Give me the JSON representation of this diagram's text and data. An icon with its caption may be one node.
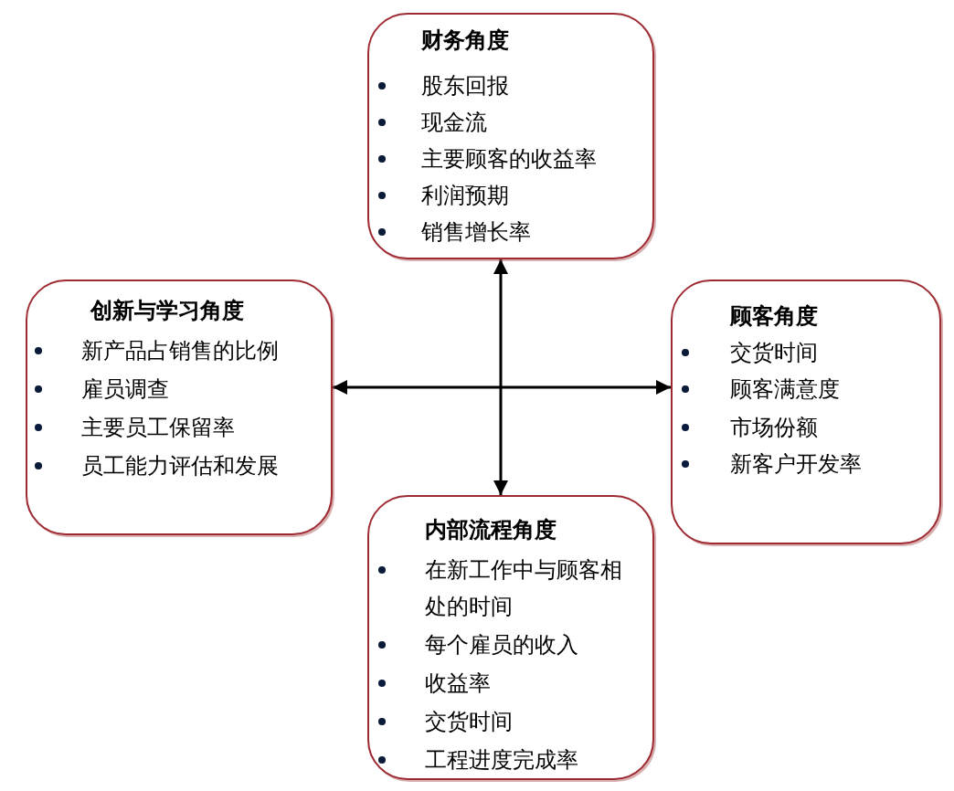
{
  "diagram": {
    "nodes": [
      {
        "text": [
          "财务角度",
          "股东回报",
          "现金流",
          "主要顾客的收益率",
          "利润预期",
          "销售增长率"
        ]
      },
      {
        "text": [
          "创新与学习角度",
          "新产品占销售的比例",
          "雇员调查",
          "主要员工保留率",
          "员工能力评估和发展"
        ]
      },
      {
        "text": [
          "顾客角度",
          "交货时间",
          "顾客满意度",
          "市场份额",
          "新客户开发率"
        ]
      },
      {
        "text": [
          "内部流程角度",
          "在新工作中与顾客相处的时间",
          "每个雇员的收入",
          "收益率",
          "交货时间",
          "工程进度完成率"
        ]
      }
    ],
    "edges": [
      {
        "from": 0,
        "to": 3,
        "arrow": "both"
      },
      {
        "from": 1,
        "to": 2,
        "arrow": "both"
      }
    ]
  }
}
